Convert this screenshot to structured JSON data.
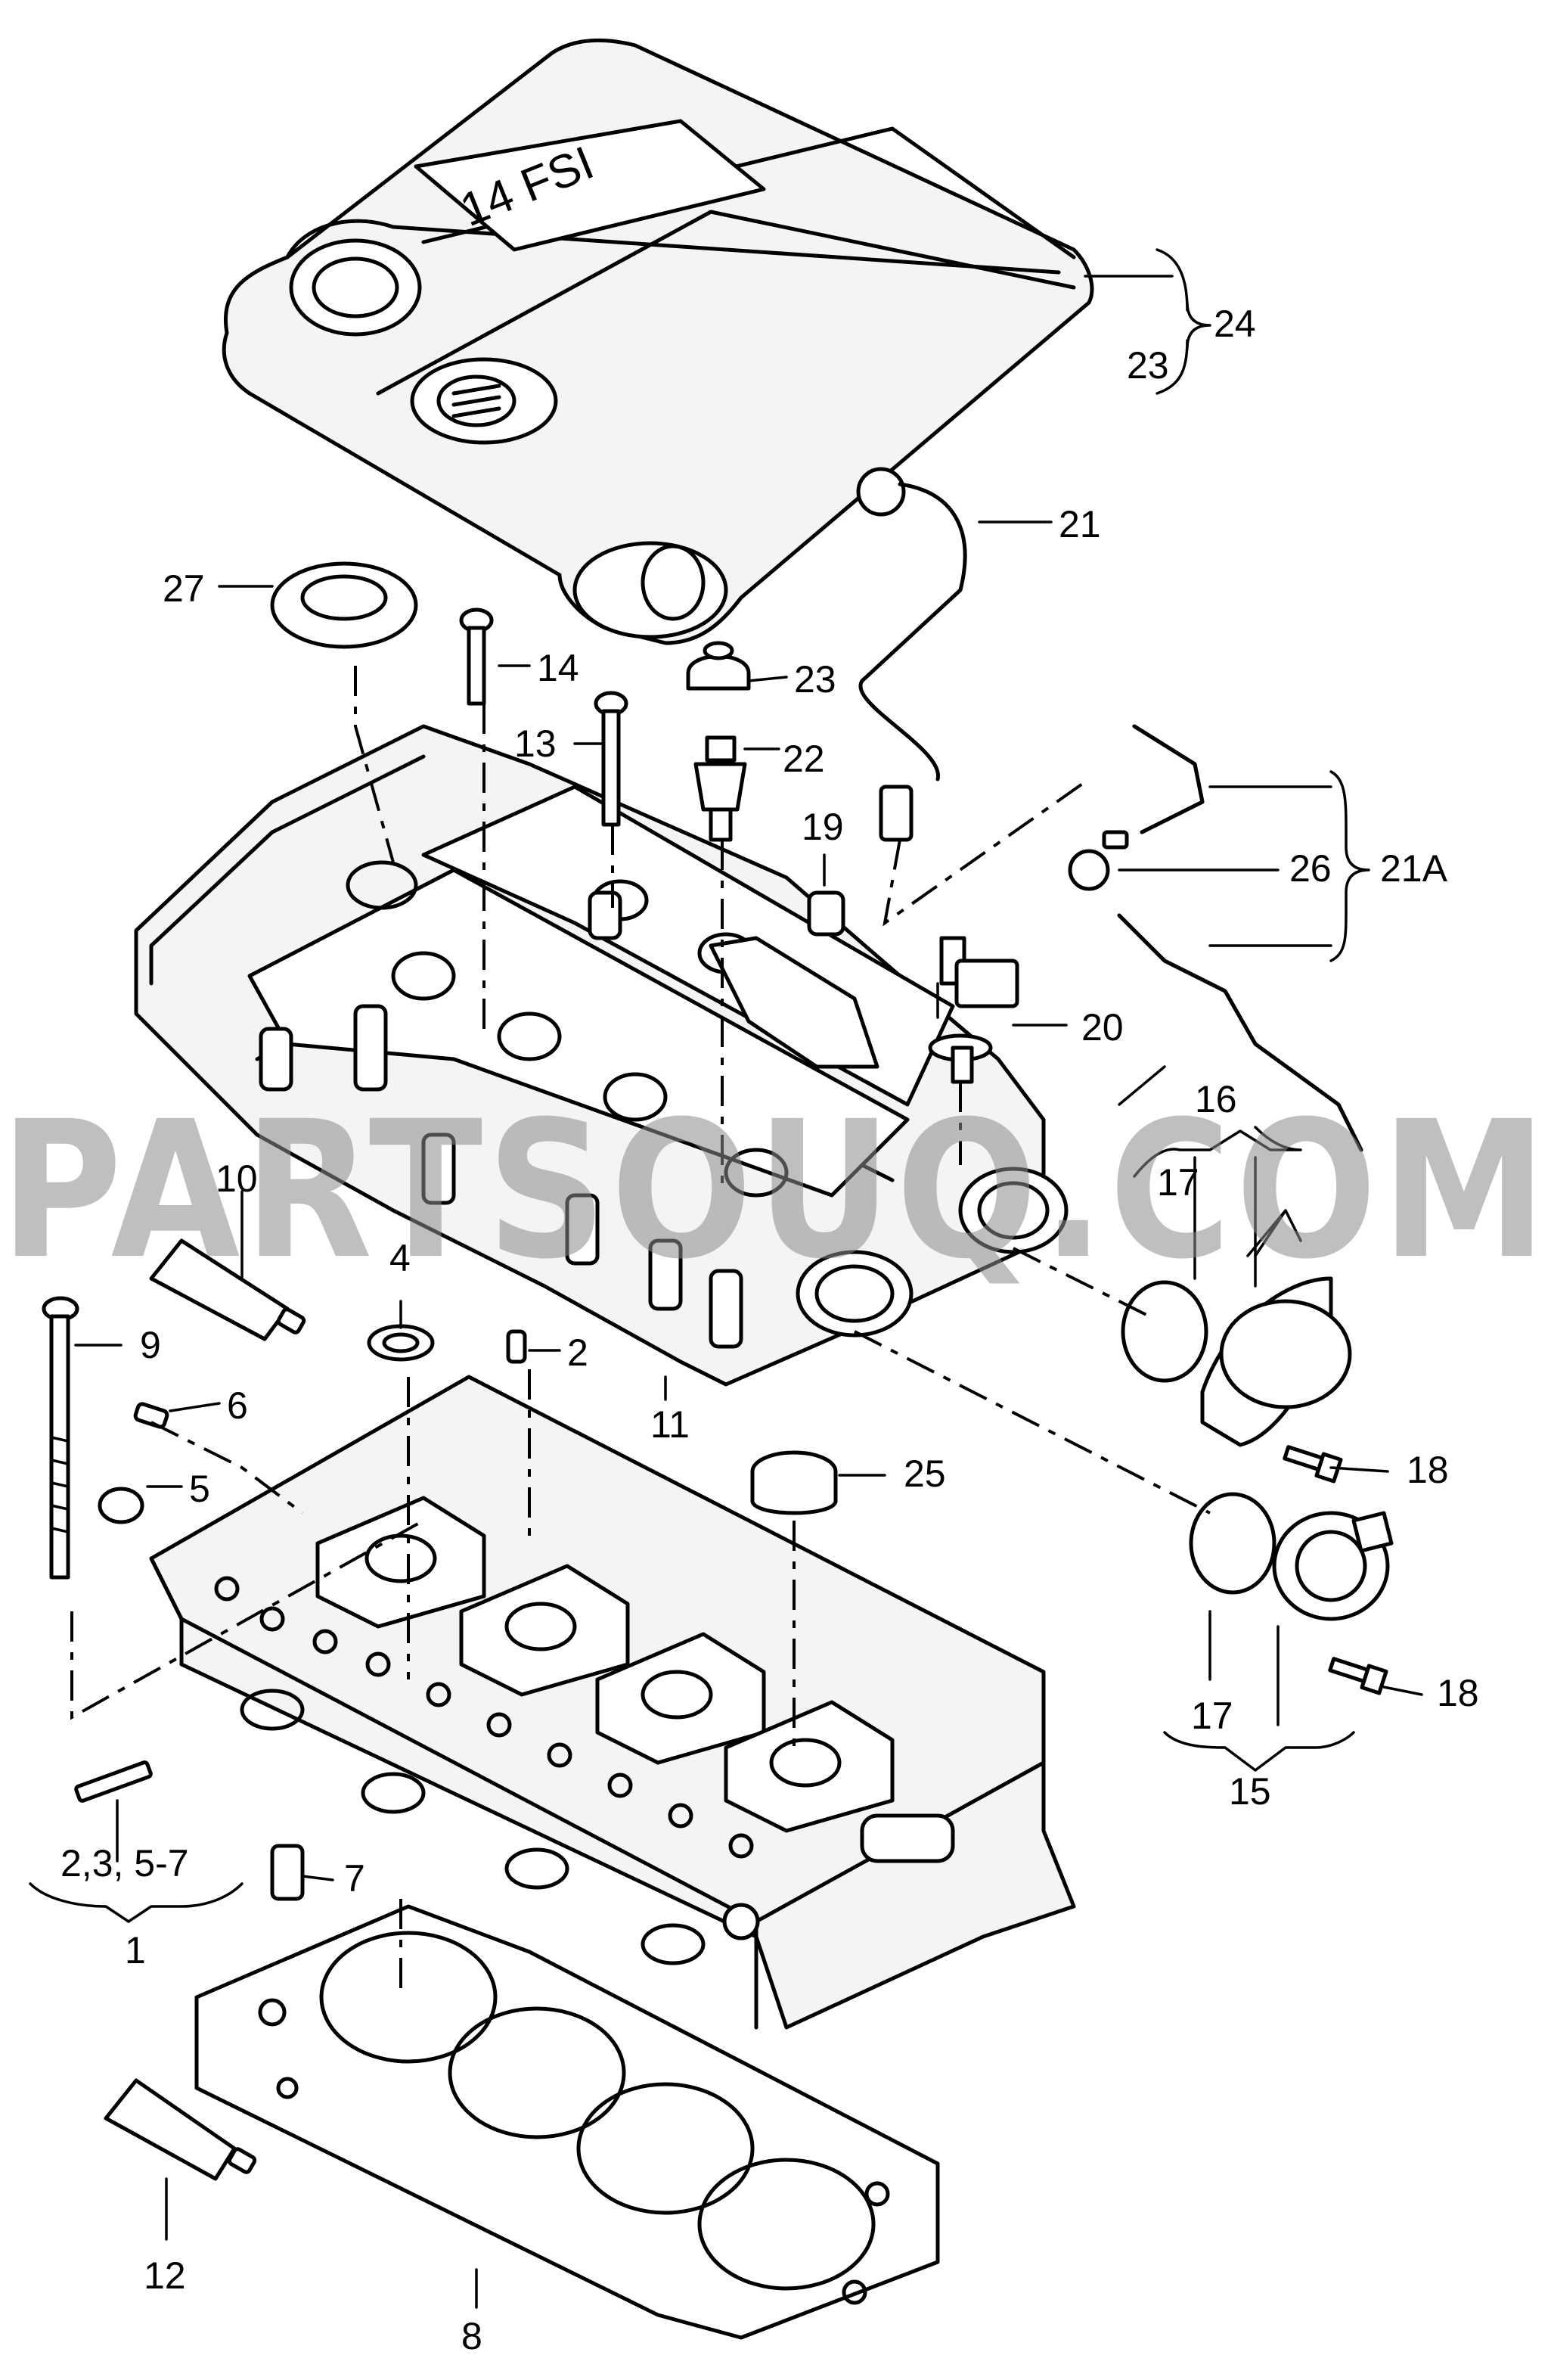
{
  "watermark": "PARTSOUQ.COM",
  "cover_text": "14 FSI",
  "labels": {
    "l1": "1",
    "l1_sub": "2,3, 5-7",
    "l2": "2",
    "l4": "4",
    "l5": "5",
    "l6": "6",
    "l7": "7",
    "l8": "8",
    "l9": "9",
    "l10": "10",
    "l11": "11",
    "l12": "12",
    "l13": "13",
    "l14": "14",
    "l15": "15",
    "l16": "16",
    "l17a": "17",
    "l17b": "17",
    "l18a": "18",
    "l18b": "18",
    "l19": "19",
    "l20": "20",
    "l21": "21",
    "l21a": "21A",
    "l22": "22",
    "l23a": "23",
    "l23b": "23",
    "l24": "24",
    "l25": "25",
    "l26": "26",
    "l27": "27"
  }
}
